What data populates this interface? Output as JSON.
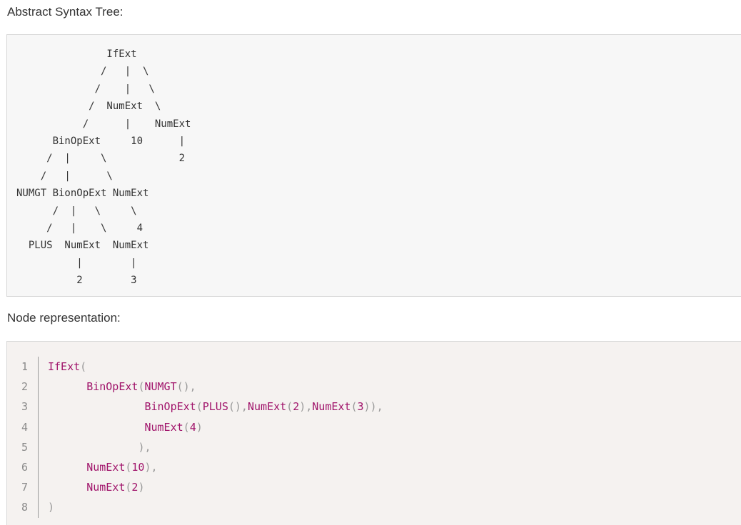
{
  "headings": {
    "tree": "Abstract Syntax Tree:",
    "node": "Node representation:"
  },
  "tree_lines": [
    "               IfExt",
    "              /   |  \\",
    "             /    |   \\",
    "            /  NumExt  \\",
    "           /      |    NumExt",
    "      BinOpExt     10      |",
    "     /  |     \\            2",
    "    /   |      \\",
    "NUMGT BionOpExt NumExt",
    "      /  |   \\     \\",
    "     /   |    \\     4",
    "  PLUS  NumExt  NumExt",
    "          |        |",
    "          2        3"
  ],
  "code_lines": [
    {
      "n": "1",
      "tokens": [
        {
          "t": "",
          "c": ""
        },
        {
          "t": "IfExt",
          "c": "fn"
        },
        {
          "t": "(",
          "c": "p"
        }
      ]
    },
    {
      "n": "2",
      "tokens": [
        {
          "t": "      ",
          "c": ""
        },
        {
          "t": "BinOpExt",
          "c": "fn"
        },
        {
          "t": "(",
          "c": "p"
        },
        {
          "t": "NUMGT",
          "c": "fn"
        },
        {
          "t": "(),",
          "c": "p"
        }
      ]
    },
    {
      "n": "3",
      "tokens": [
        {
          "t": "               ",
          "c": ""
        },
        {
          "t": "BinOpExt",
          "c": "fn"
        },
        {
          "t": "(",
          "c": "p"
        },
        {
          "t": "PLUS",
          "c": "fn"
        },
        {
          "t": "(),",
          "c": "p"
        },
        {
          "t": "NumExt",
          "c": "fn"
        },
        {
          "t": "(",
          "c": "p"
        },
        {
          "t": "2",
          "c": "num"
        },
        {
          "t": "),",
          "c": "p"
        },
        {
          "t": "NumExt",
          "c": "fn"
        },
        {
          "t": "(",
          "c": "p"
        },
        {
          "t": "3",
          "c": "num"
        },
        {
          "t": ")),",
          "c": "p"
        }
      ]
    },
    {
      "n": "4",
      "tokens": [
        {
          "t": "               ",
          "c": ""
        },
        {
          "t": "NumExt",
          "c": "fn"
        },
        {
          "t": "(",
          "c": "p"
        },
        {
          "t": "4",
          "c": "num"
        },
        {
          "t": ")",
          "c": "p"
        }
      ]
    },
    {
      "n": "5",
      "tokens": [
        {
          "t": "              ",
          "c": ""
        },
        {
          "t": "),",
          "c": "p"
        }
      ]
    },
    {
      "n": "6",
      "tokens": [
        {
          "t": "      ",
          "c": ""
        },
        {
          "t": "NumExt",
          "c": "fn"
        },
        {
          "t": "(",
          "c": "p"
        },
        {
          "t": "10",
          "c": "num"
        },
        {
          "t": "),",
          "c": "p"
        }
      ]
    },
    {
      "n": "7",
      "tokens": [
        {
          "t": "      ",
          "c": ""
        },
        {
          "t": "NumExt",
          "c": "fn"
        },
        {
          "t": "(",
          "c": "p"
        },
        {
          "t": "2",
          "c": "num"
        },
        {
          "t": ")",
          "c": "p"
        }
      ]
    },
    {
      "n": "8",
      "tokens": [
        {
          "t": "",
          "c": ""
        },
        {
          "t": ")",
          "c": "p"
        }
      ]
    }
  ],
  "colors": {
    "function": "#a0136a",
    "punctuation": "#999999",
    "code_background": "#f5f2f0",
    "tree_background": "#f7f7f7"
  }
}
